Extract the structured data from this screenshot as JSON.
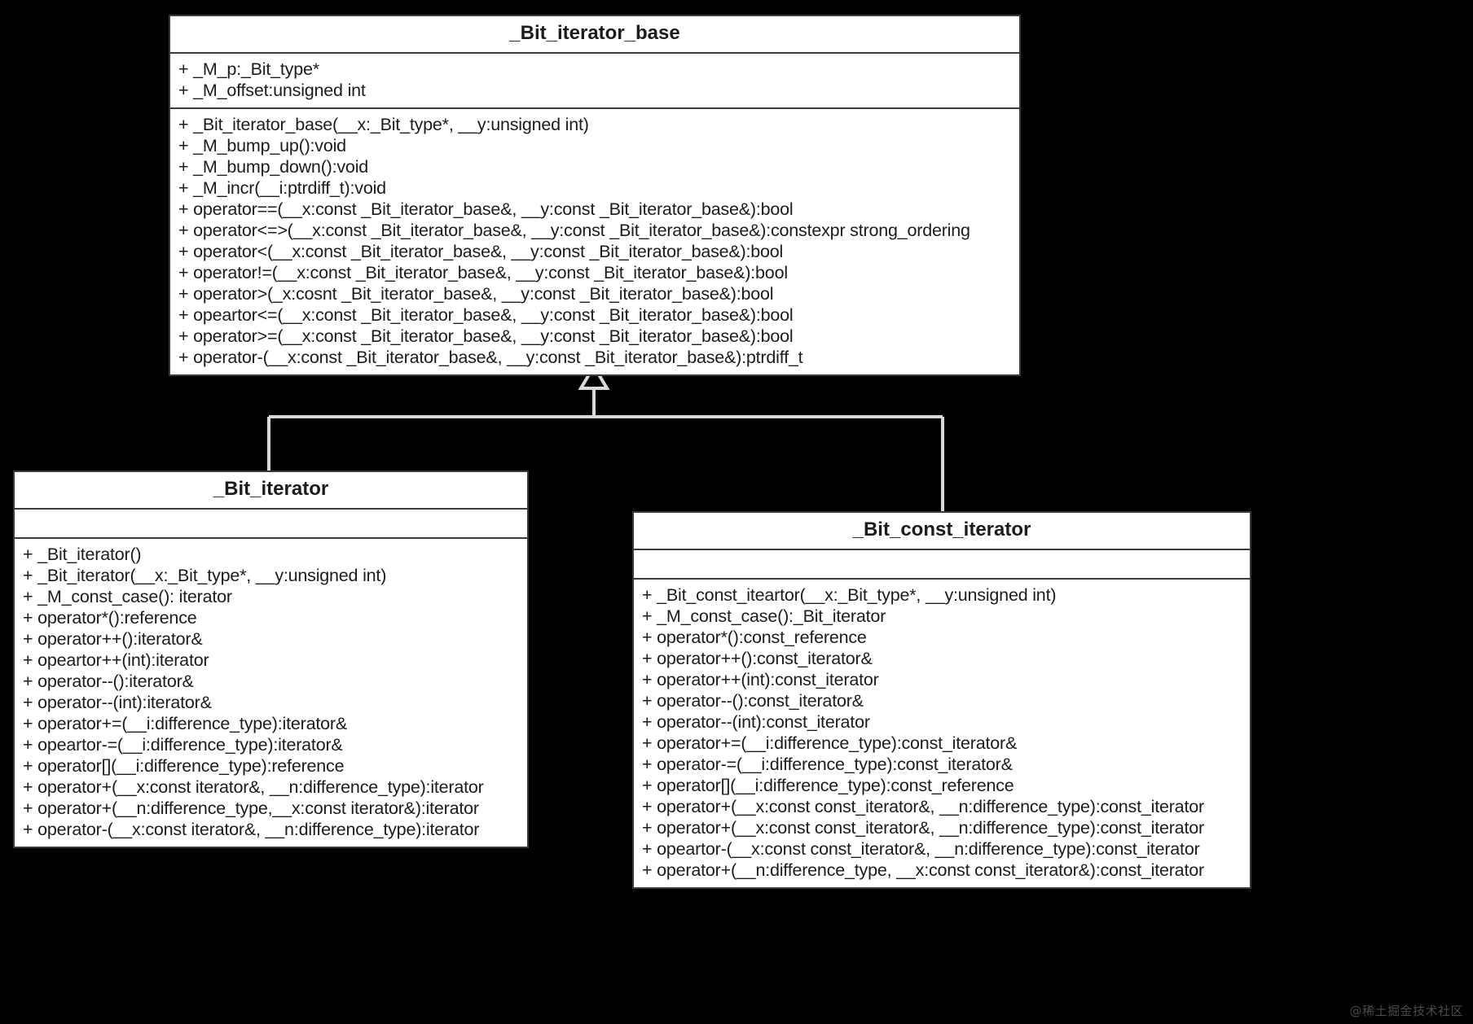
{
  "diagram": {
    "type": "uml-class-diagram",
    "background_color": "#000000",
    "box_fill_color": "#ffffff",
    "line_color": "#d9d9d9",
    "text_color": "#1c1c1c",
    "relationship": "generalization"
  },
  "classes": {
    "base": {
      "name": "_Bit_iterator_base",
      "attributes": [
        "+ _M_p:_Bit_type*",
        "+ _M_offset:unsigned int"
      ],
      "operations": [
        "+ _Bit_iterator_base(__x:_Bit_type*, __y:unsigned int)",
        "+ _M_bump_up():void",
        "+ _M_bump_down():void",
        "+ _M_incr(__i:ptrdiff_t):void",
        "+ operator==(__x:const _Bit_iterator_base&, __y:const _Bit_iterator_base&):bool",
        "+ operator<=>(__x:const _Bit_iterator_base&, __y:const _Bit_iterator_base&):constexpr strong_ordering",
        "+ operator<(__x:const _Bit_iterator_base&, __y:const _Bit_iterator_base&):bool",
        "+ operator!=(__x:const _Bit_iterator_base&, __y:const _Bit_iterator_base&):bool",
        "+ operator>(_x:cosnt _Bit_iterator_base&, __y:const _Bit_iterator_base&):bool",
        "+ opeartor<=(__x:const _Bit_iterator_base&, __y:const _Bit_iterator_base&):bool",
        "+ operator>=(__x:const _Bit_iterator_base&, __y:const _Bit_iterator_base&):bool",
        "+ operator-(__x:const _Bit_iterator_base&, __y:const _Bit_iterator_base&):ptrdiff_t"
      ]
    },
    "iterator": {
      "name": "_Bit_iterator",
      "attributes": [],
      "operations": [
        "+ _Bit_iterator()",
        "+ _Bit_iterator(__x:_Bit_type*, __y:unsigned int)",
        "+ _M_const_case(): iterator",
        "+ operator*():reference",
        "+ operator++():iterator&",
        "+ opeartor++(int):iterator",
        "+ operator--():iterator&",
        "+ operator--(int):iterator&",
        "+ operator+=(__i:difference_type):iterator&",
        "+ opeartor-=(__i:difference_type):iterator&",
        "+ operator[](__i:difference_type):reference",
        "+ operator+(__x:const iterator&, __n:difference_type):iterator",
        "+ operator+(__n:difference_type,__x:const iterator&):iterator",
        "+ operator-(__x:const iterator&, __n:difference_type):iterator"
      ]
    },
    "const_iterator": {
      "name": "_Bit_const_iterator",
      "attributes": [],
      "operations": [
        "+ _Bit_const_iteartor(__x:_Bit_type*, __y:unsigned int)",
        "+ _M_const_case():_Bit_iterator",
        "+ operator*():const_reference",
        "+ operator++():const_iterator&",
        "+ operator++(int):const_iterator",
        "+ operator--():const_iterator&",
        "+ operator--(int):const_iterator",
        "+ operator+=(__i:difference_type):const_iterator&",
        "+ operator-=(__i:difference_type):const_iterator&",
        "+ operator[](__i:difference_type):const_reference",
        "+ operator+(__x:const const_iterator&, __n:difference_type):const_iterator",
        "+ operator+(__x:const const_iterator&, __n:difference_type):const_iterator",
        "+ opeartor-(__x:const const_iterator&, __n:difference_type):const_iterator",
        "+ operator+(__n:difference_type, __x:const const_iterator&):const_iterator"
      ]
    }
  },
  "watermark": {
    "text": "@稀土掘金技术社区"
  }
}
